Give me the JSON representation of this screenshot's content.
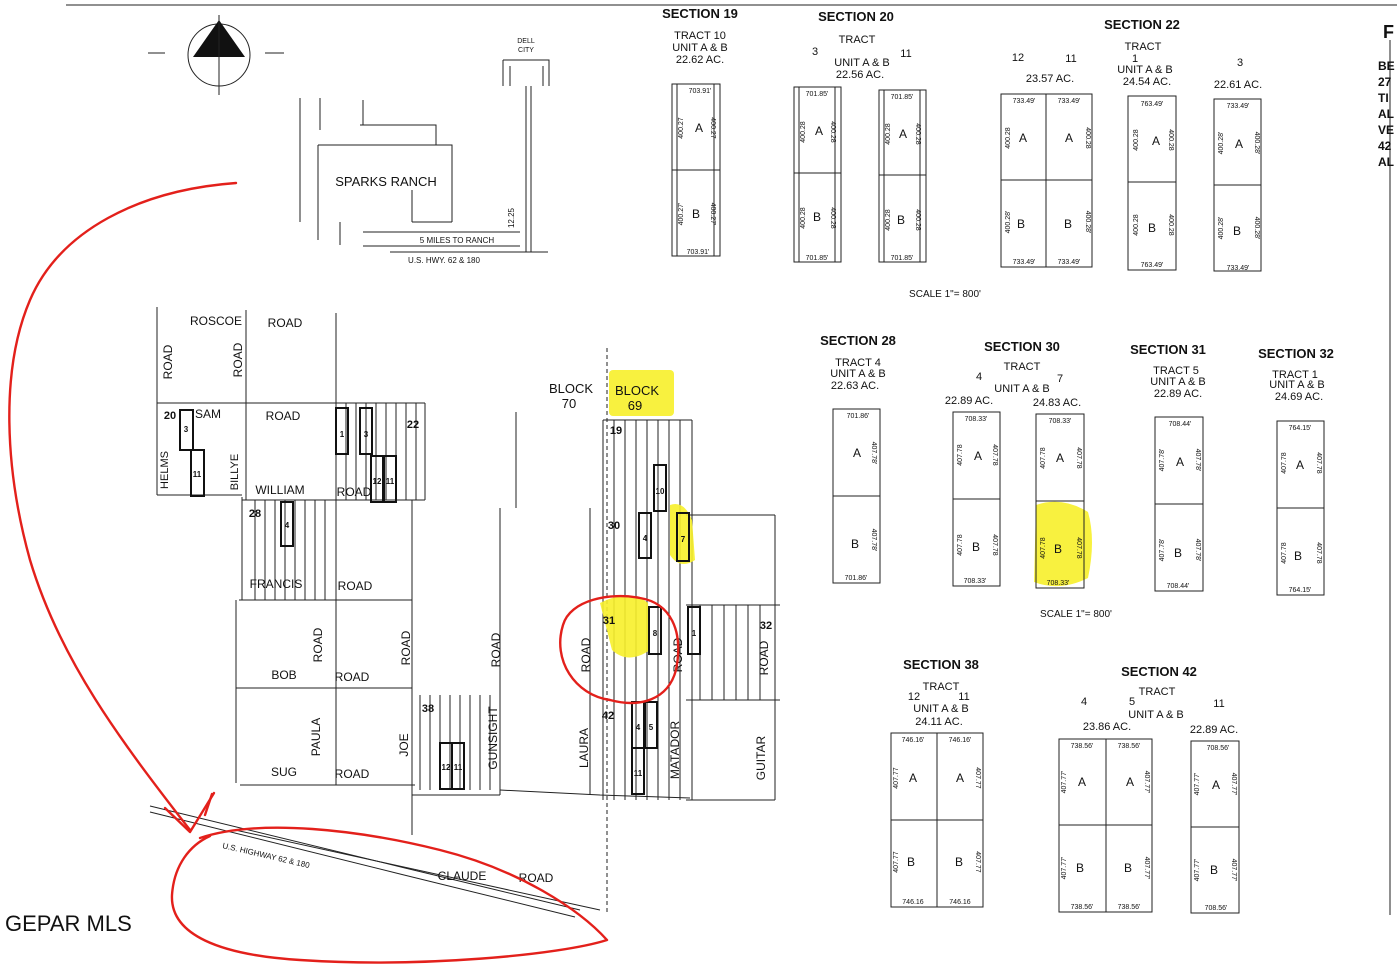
{
  "watermark": "GEPAR MLS",
  "top_sections": [
    {
      "key": "s19",
      "heading": "SECTION 19",
      "tract_line": "TRACT 10",
      "unit_line": "UNIT  A & B",
      "acres": "22.62  AC.",
      "top_dim": "703.91'",
      "bottom_dim": "703.91'",
      "side_dim_a": "400.27",
      "side_dim_b": "400.27'",
      "tract_a": "",
      "tract_b": ""
    },
    {
      "key": "s20",
      "heading": "SECTION 20",
      "tract_line": "TRACT",
      "unit_line": "UNIT  A & B",
      "acres": "22.56  AC.",
      "top_dim": "701.85'",
      "bottom_dim": "701.85'",
      "side_dim_a": "400.28",
      "side_dim_b": "400.28",
      "tract_a": "3",
      "tract_b": "11"
    },
    {
      "key": "s22",
      "heading": "SECTION 22",
      "tract_line": "TRACT",
      "unit_line": "UNIT  A & B",
      "acres": "24.54  AC.",
      "top_dim": "763.49'",
      "bottom_dim": "733.49'",
      "side_dim_a": "400.28",
      "side_dim_b": "400.28'",
      "tract_a": "12",
      "tract_b": "11",
      "acres_b": "23.57  AC.",
      "tract_c": "1",
      "tract_d": "3",
      "acres_d": "22.61  AC."
    }
  ],
  "mid_sections": [
    {
      "key": "s28",
      "heading": "SECTION 28",
      "tract_line": "TRACT 4",
      "unit_line": "UNIT  A & B",
      "acres": "22.63  AC.",
      "top_dim": "701.86'",
      "bottom_dim": "701.86'",
      "side_dim": "407.78'"
    },
    {
      "key": "s30",
      "heading": "SECTION 30",
      "tract_line": "TRACT",
      "unit_line": "UNIT  A & B",
      "acres_a": "22.89  AC.",
      "acres_b": "24.83  AC.",
      "tract_a": "4",
      "tract_b": "7",
      "top_dim": "708.33'",
      "bottom_dim": "708.33'",
      "side_dim": "407.78"
    },
    {
      "key": "s31",
      "heading": "SECTION 31",
      "tract_line": "TRACT 5",
      "unit_line": "UNIT  A & B",
      "acres": "22.89  AC.",
      "top_dim": "708.44'",
      "bottom_dim": "708.44'",
      "side_dim": "407.78'"
    },
    {
      "key": "s32",
      "heading": "SECTION 32",
      "tract_line": "TRACT  1",
      "unit_line": "UNIT  A & B",
      "acres": "24.69  AC.",
      "top_dim": "764.15'",
      "bottom_dim": "764.15'",
      "side_dim": "407.78"
    }
  ],
  "low_sections": [
    {
      "key": "s38",
      "heading": "SECTION 38",
      "tract_line": "TRACT",
      "unit_line": "UNIT  A & B",
      "acres": "24.11  AC.",
      "tract_a": "12",
      "tract_b": "11",
      "top_dim": "746.16'",
      "bottom_dim": "746.16",
      "side_dim": "407.77"
    },
    {
      "key": "s42",
      "heading": "SECTION 42",
      "tract_line": "TRACT",
      "unit_line": "UNIT  A & B",
      "acres_a": "23.86  AC.",
      "acres_b": "22.89  AC.",
      "tract_a": "4",
      "tract_b": "5",
      "tract_c": "11",
      "top_dim": "738.56'",
      "bottom_dim": "738.56'",
      "side_dim": "407.77'"
    }
  ],
  "unit_labels": {
    "a": "A",
    "b": "B"
  },
  "scale_labels": {
    "top": "SCALE  1\"= 800'",
    "mid": "SCALE  1\"= 800'"
  },
  "ranch": {
    "name": "SPARKS RANCH",
    "miles": "5 MILES  TO  RANCH",
    "highway": "U.S.  HWY.  62 & 180",
    "distance": "12.25",
    "town": "DELL\nCITY"
  },
  "blocks": {
    "b70": "BLOCK\n70",
    "b69": "BLOCK\n69"
  },
  "roads": {
    "roscoe": "ROSCOE",
    "road": "ROAD",
    "sam": "SAM",
    "helms": "HELMS",
    "billye": "BILLYE",
    "william": "WILLIAM",
    "francis": "FRANCIS",
    "bob": "BOB",
    "paula": "PAULA",
    "sug": "SUG",
    "joe": "JOE",
    "gunsight": "GUNSIGHT",
    "laura": "LAURA",
    "matador": "MATADOR",
    "guitar": "GUITAR",
    "claude": "CLAUDE",
    "highway": "U.S.  HIGHWAY    62 & 180"
  },
  "section_numbers": {
    "n20": "20",
    "n22": "22",
    "n28": "28",
    "n38": "38",
    "n19": "19",
    "n30": "30",
    "n31": "31",
    "n42": "42",
    "n32": "32"
  },
  "tract_numbers": {
    "t1": "1",
    "t3": "3",
    "t11": "11",
    "t12": "12",
    "t4": "4",
    "t10": "10",
    "t7": "7",
    "t8": "8",
    "t5": "5"
  },
  "edge_text": {
    "letter": "F",
    "lines": [
      "BE",
      "27",
      "TI",
      "AL",
      "VE",
      "42",
      "AL"
    ]
  }
}
